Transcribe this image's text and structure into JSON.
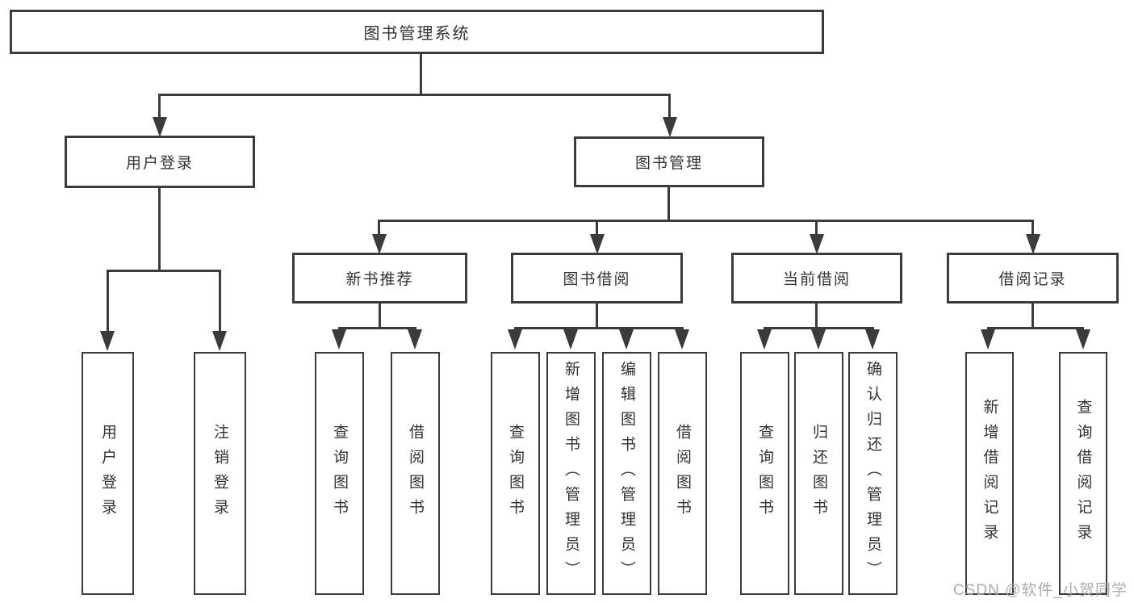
{
  "diagram": {
    "type": "tree",
    "root": {
      "label": "图书管理系统"
    },
    "branches": [
      {
        "label": "用户登录",
        "children": [
          "用户登录",
          "注销登录"
        ]
      },
      {
        "label": "图书管理",
        "children": [
          {
            "label": "新书推荐",
            "children": [
              "查询图书",
              "借阅图书"
            ]
          },
          {
            "label": "图书借阅",
            "children": [
              "查询图书",
              "新增图书（管理员）",
              "编辑图书（管理员）",
              "借阅图书"
            ]
          },
          {
            "label": "当前借阅",
            "children": [
              "查询图书",
              "归还图书",
              "确认归还（管理员）"
            ]
          },
          {
            "label": "借阅记录",
            "children": [
              "新增借阅记录",
              "查询借阅记录"
            ]
          }
        ]
      }
    ],
    "colors": {
      "line": "#3b3b3b",
      "text": "#333333",
      "background": "#ffffff",
      "watermark": "#a8a8a8"
    }
  },
  "watermark": {
    "text": "CSDN @软件_小贺同学"
  }
}
